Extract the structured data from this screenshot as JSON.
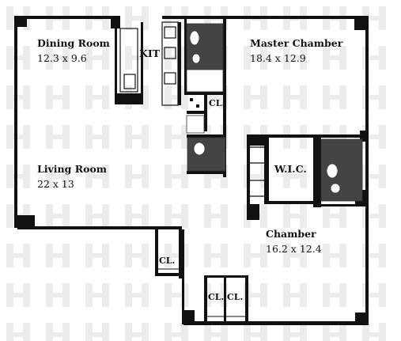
{
  "rooms": [
    {
      "name": "Dining Room",
      "dimensions": "12.3 x 9.6"
    },
    {
      "name": "KIT",
      "dimensions": ""
    },
    {
      "name": "Master Chamber",
      "dimensions": "18.4 x 12.9"
    },
    {
      "name": "Living Room",
      "dimensions": "22 x 13"
    },
    {
      "name": "W.I.C.",
      "dimensions": ""
    },
    {
      "name": "Chamber",
      "dimensions": "16.2 x 12.4"
    }
  ],
  "closets": [
    "CL.",
    "CL.",
    "CL.",
    "CL."
  ],
  "colors": {
    "wall": "#111111",
    "watermark": "#ececec",
    "fixture": "#333333"
  }
}
